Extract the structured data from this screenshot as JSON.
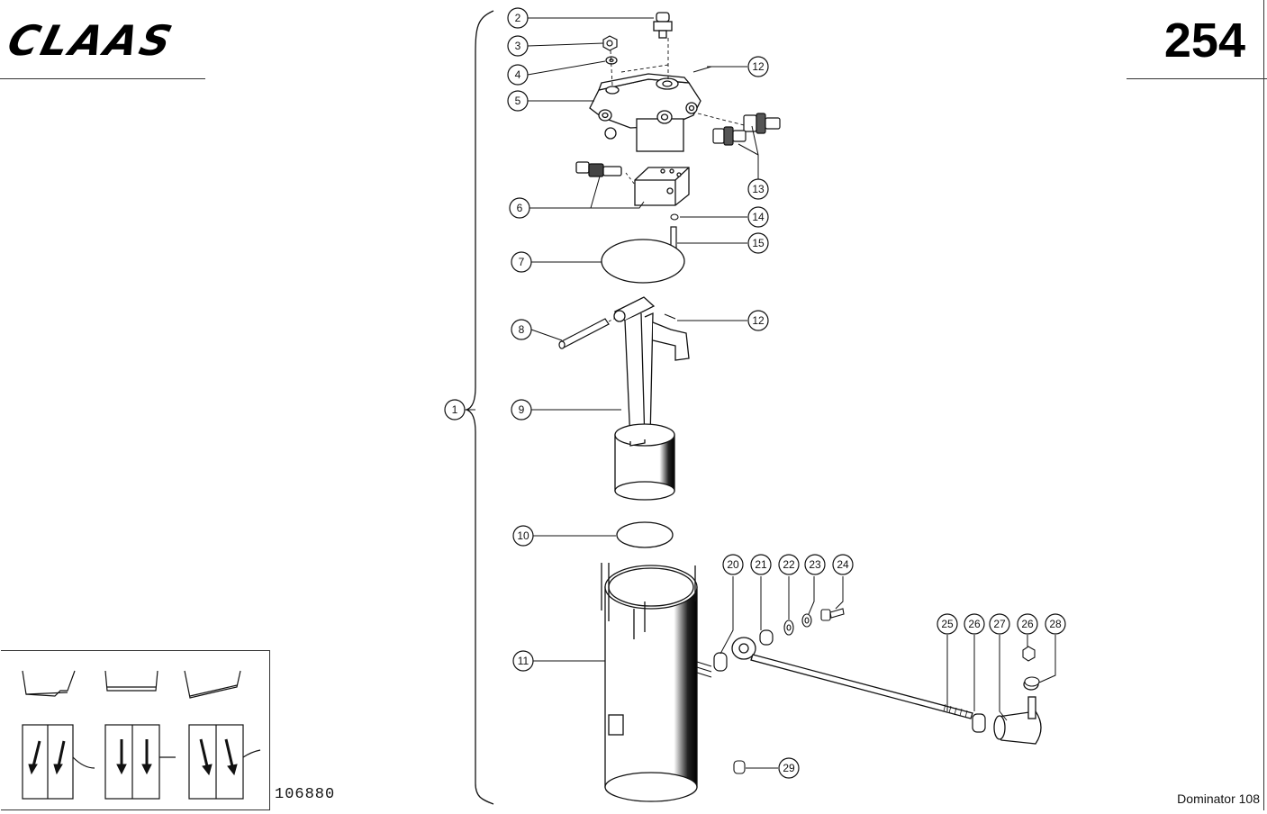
{
  "header": {
    "brand": "CLAAS",
    "page_number": "254"
  },
  "footer": {
    "drawing_number": "106880",
    "model": "Dominator 108"
  },
  "callouts": {
    "c1": "1",
    "c2": "2",
    "c3": "3",
    "c4": "4",
    "c5": "5",
    "c6": "6",
    "c7": "7",
    "c8": "8",
    "c9": "9",
    "c10": "10",
    "c11": "11",
    "c12a": "12",
    "c12b": "12",
    "c13": "13",
    "c14": "14",
    "c15": "15",
    "c20": "20",
    "c21": "21",
    "c22": "22",
    "c23": "23",
    "c24": "24",
    "c25": "25",
    "c26": "26",
    "c27": "27",
    "c26b": "26",
    "c28": "28",
    "c29": "29"
  }
}
